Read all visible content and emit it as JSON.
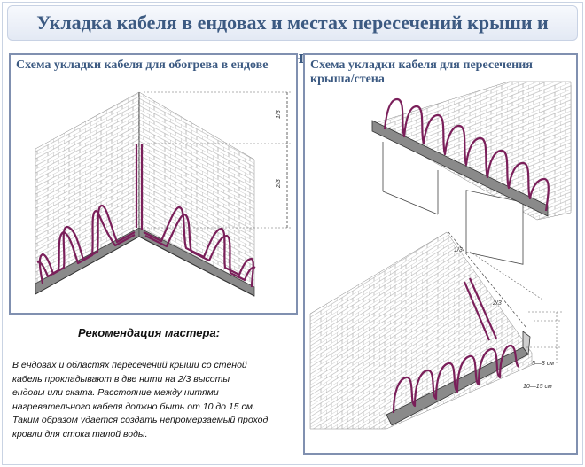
{
  "header": {
    "title": "Укладка кабеля в ендовах и местах пересечений крыши и стены"
  },
  "left_panel": {
    "title": "Схема укладки кабеля для обогрева в ендове",
    "dimension_labels": {
      "upper": "1/3",
      "lower": "2/3"
    }
  },
  "right_panel": {
    "title": "Схема укладки кабеля для пересечения крыша/стена",
    "dimension_labels": {
      "upper": "1/3",
      "lower": "2/3",
      "gap_small": "5—8 см",
      "gap_large": "10—15 см"
    }
  },
  "advice": {
    "heading": "Рекомендация мастера:",
    "lines": [
      "В ендовах и областях пересечений крыши со стеной",
      "кабель прокладывают в две нити на 2/3 высоты",
      "ендовы или ската.  Расстояние между нитями",
      "нагревательного кабеля должно быть от 10 до 15 см.",
      "Таким образом удается создать непромерзаемый проход",
      "кровли для стока талой воды."
    ]
  },
  "colors": {
    "title_text": "#3c5a82",
    "panel_border": "#8090b0",
    "cable": "#7a1f5a",
    "gutter": "#8a8a8a"
  }
}
